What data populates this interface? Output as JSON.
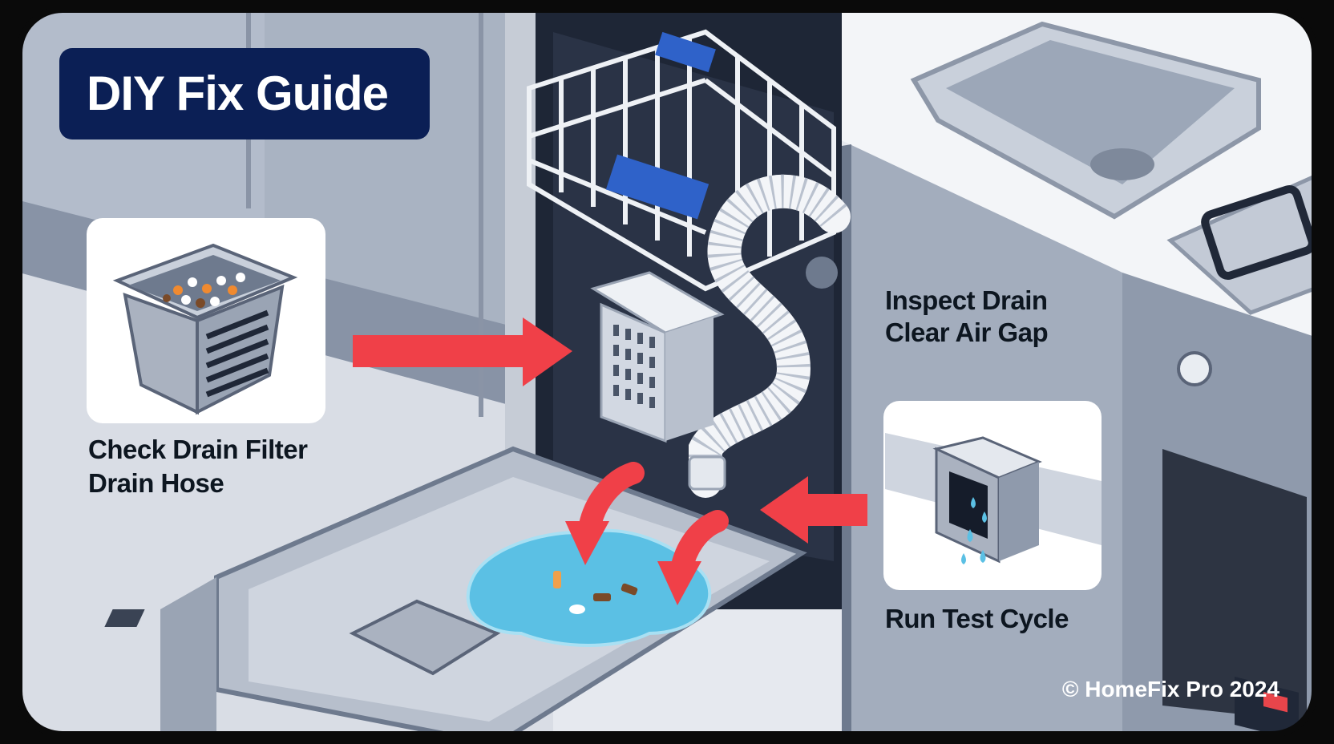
{
  "header": {
    "title": "DIY Fix Guide"
  },
  "steps": [
    {
      "label_line1": "Check Drain Filter",
      "label_line2": "Drain Hose"
    },
    {
      "label_line1": "Inspect Drain",
      "label_line2": "Clear Air Gap"
    },
    {
      "label_line1": "Run Test Cycle"
    }
  ],
  "footer": {
    "copyright": "© HomeFix Pro 2024"
  },
  "icons": [
    "filter-basket-icon",
    "air-gap-leak-icon",
    "arrow-right-icon",
    "arrow-left-icon",
    "curved-arrow-down-icon"
  ],
  "colors": {
    "frame": "#0a0a0a",
    "title_badge": "#0b1f55",
    "arrow": "#f04048",
    "water": "#5bc0e4",
    "cabinet": "#9aa6b6",
    "rack_handle": "#2f62c9"
  }
}
